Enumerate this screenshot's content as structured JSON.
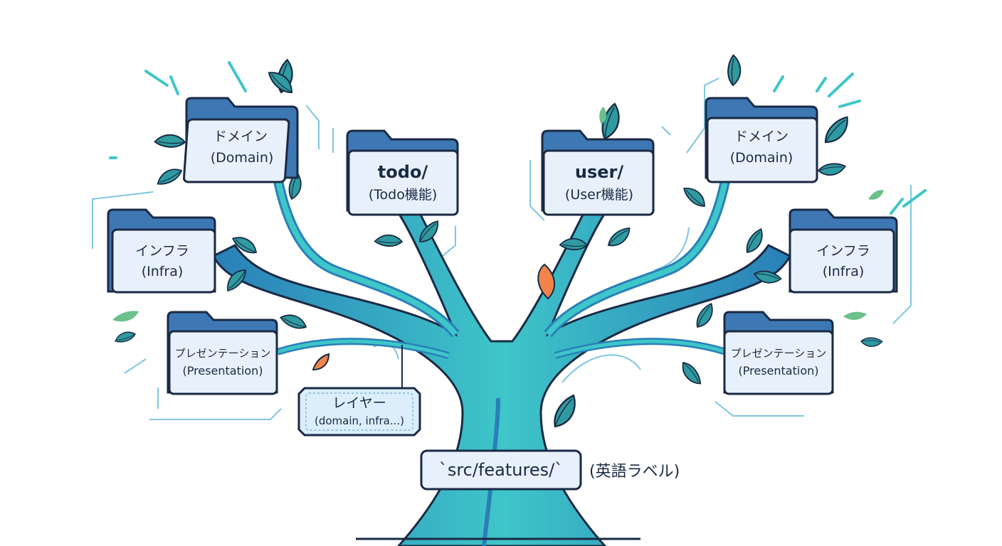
{
  "root": {
    "label": "`src/features/`",
    "note": "(英語ラベル)"
  },
  "features": {
    "todo": {
      "line1": "todo/",
      "line2": "(Todo機能)"
    },
    "user": {
      "line1": "user/",
      "line2": "(User機能)"
    }
  },
  "left_layers": {
    "domain": {
      "line1": "ドメイン",
      "line2": "(Domain)"
    },
    "infra": {
      "line1": "インフラ",
      "line2": "(Infra)"
    },
    "presentation": {
      "line1": "プレゼンテーション",
      "line2": "(Presentation)"
    }
  },
  "right_layers": {
    "domain": {
      "line1": "ドメイン",
      "line2": "(Domain)"
    },
    "infra": {
      "line1": "インフラ",
      "line2": "(Infra)"
    },
    "presentation": {
      "line1": "プレゼンテーション",
      "line2": "(Presentation)"
    }
  },
  "layer_sign": {
    "line1": "レイヤー",
    "line2": "(domain, infra...)"
  },
  "colors": {
    "trunk_dark": "#2a7fb8",
    "trunk_light": "#3ec6c9",
    "folder_back": "#3d78b4",
    "folder_front": "#e8f1fb",
    "outline": "#1a2a44",
    "leaf": "#2f9aa0",
    "leaf_accent_orange": "#f0844a",
    "leaf_accent_green": "#6cc08a"
  }
}
